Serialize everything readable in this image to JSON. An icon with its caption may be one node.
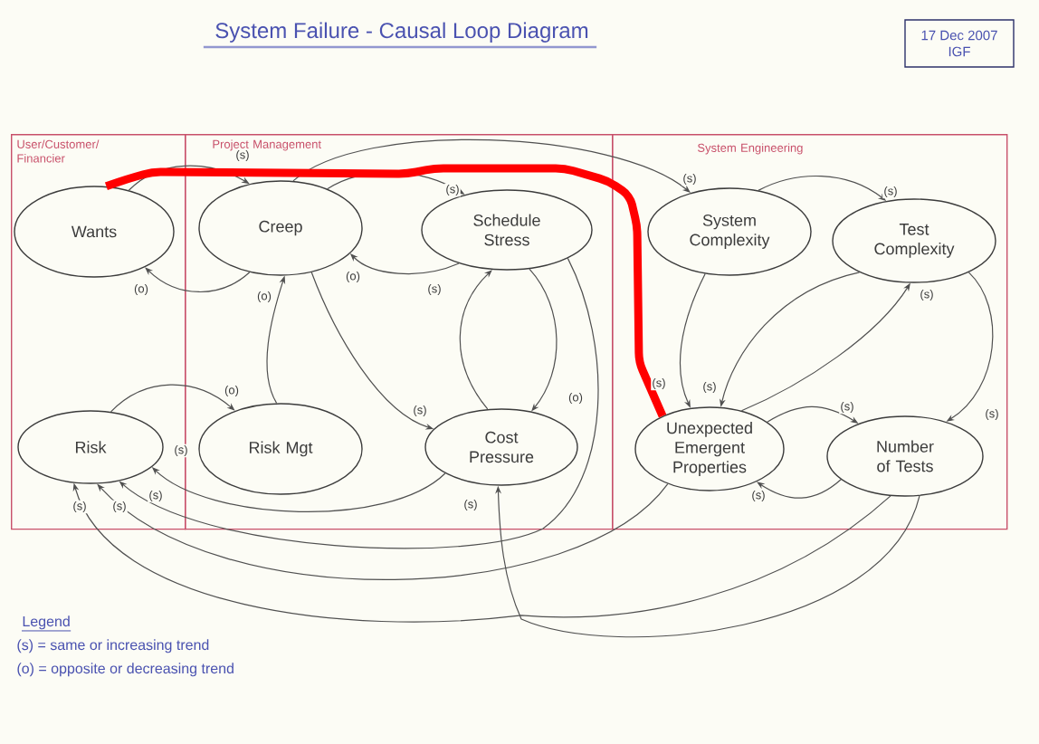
{
  "diagram": {
    "title": "System Failure - Causal Loop Diagram",
    "nodes": [
      {
        "text": [
          "17 Dec 2007",
          "IGF"
        ]
      },
      {
        "text": [
          "User/Customer/ Financier"
        ]
      },
      {
        "text": [
          "Wants"
        ],
        "in": 1
      },
      {
        "text": [
          "Risk"
        ],
        "in": 1
      },
      {
        "text": [
          "Project Management"
        ]
      },
      {
        "text": [
          "Creep"
        ],
        "in": 4
      },
      {
        "text": [
          "Schedule Stress"
        ],
        "in": 4
      },
      {
        "text": [
          "Risk Mgt"
        ],
        "in": 4
      },
      {
        "text": [
          "Cost Pressure"
        ],
        "in": 4
      },
      {
        "text": [
          "System Engineering"
        ]
      },
      {
        "text": [
          "System Complexity"
        ],
        "in": 9
      },
      {
        "text": [
          "Test Complexity"
        ],
        "in": 9
      },
      {
        "text": [
          "Unexpected Emergent Properties"
        ],
        "in": 9
      },
      {
        "text": [
          "Number of Tests"
        ],
        "in": 9
      }
    ],
    "edges": [
      {
        "from": 2,
        "to": 5,
        "arrow": "to",
        "label": "(s)"
      },
      {
        "from": 5,
        "to": 2,
        "arrow": "to",
        "label": "(o)"
      },
      {
        "from": 5,
        "to": 6,
        "arrow": "to",
        "label": "(s)"
      },
      {
        "from": 6,
        "to": 5,
        "arrow": "to",
        "label": "(o)"
      },
      {
        "from": 7,
        "to": 5,
        "arrow": "to",
        "label": "(o)"
      },
      {
        "from": 3,
        "to": 7,
        "arrow": "to",
        "label": "(o)"
      },
      {
        "from": 5,
        "to": 8,
        "arrow": "to",
        "label": "(s)"
      },
      {
        "from": 8,
        "to": 6,
        "arrow": "to",
        "label": "(s)"
      },
      {
        "from": 6,
        "to": 8,
        "arrow": "to",
        "label": "(o)"
      },
      {
        "from": 5,
        "to": 10,
        "arrow": "to",
        "label": "(s)"
      },
      {
        "from": 10,
        "to": 11,
        "arrow": "to",
        "label": "(s)"
      },
      {
        "from": 10,
        "to": 12,
        "arrow": "to",
        "label": "(s)"
      },
      {
        "from": 11,
        "to": 12,
        "arrow": "to",
        "label": "(s)"
      },
      {
        "from": 12,
        "to": 11,
        "arrow": "to",
        "label": "(s)"
      },
      {
        "from": 12,
        "to": 13,
        "arrow": "to",
        "label": "(s)"
      },
      {
        "from": 13,
        "to": 12,
        "arrow": "to",
        "label": "(s)"
      },
      {
        "from": 11,
        "to": 13,
        "arrow": "to",
        "label": "(s)"
      },
      {
        "from": 13,
        "to": 8,
        "arrow": "to",
        "label": "(s)"
      },
      {
        "from": 8,
        "to": 3,
        "arrow": "to",
        "label": "(s)"
      },
      {
        "from": 6,
        "to": 3,
        "arrow": "to",
        "label": "(s)"
      },
      {
        "from": 12,
        "to": 3,
        "arrow": "to",
        "label": "(s)"
      },
      {
        "from": 13,
        "to": 3,
        "arrow": "to",
        "label": "(s)"
      },
      {
        "from": 2,
        "to": 12,
        "arrow": "none",
        "style": "thick",
        "color": "#ff0000"
      }
    ],
    "labels": [
      "Legend"
    ],
    "legend": [
      {
        "text": "(s) = same or increasing trend"
      },
      {
        "text": "(o) = opposite or decreasing trend"
      }
    ]
  }
}
